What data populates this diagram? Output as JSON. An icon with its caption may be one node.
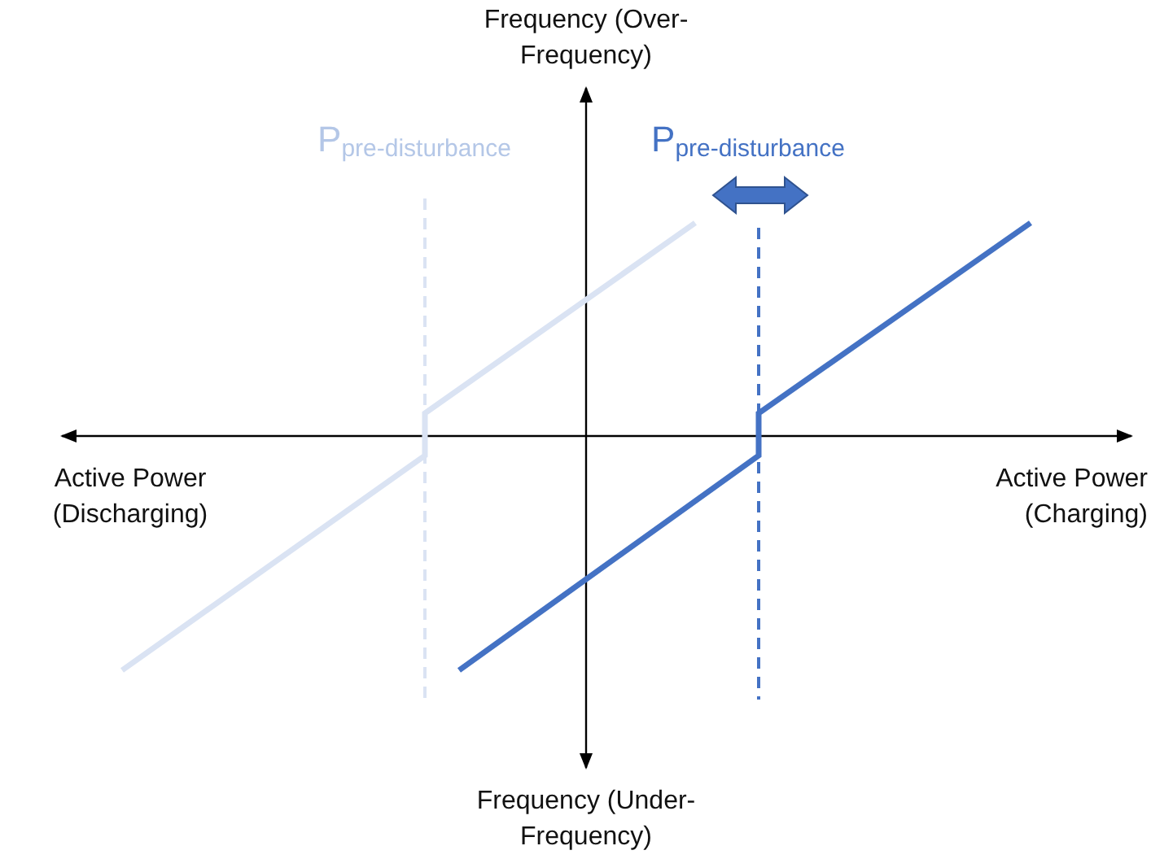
{
  "diagram": {
    "labels": [
      "Frequency (Over-Frequency)",
      "P$_{pre-disturbance}$",
      "P$_{pre-disturbance}$",
      "Active Power (Discharging)",
      "Active Power (Charging)",
      "Frequency (Under-Frequency)"
    ]
  }
}
